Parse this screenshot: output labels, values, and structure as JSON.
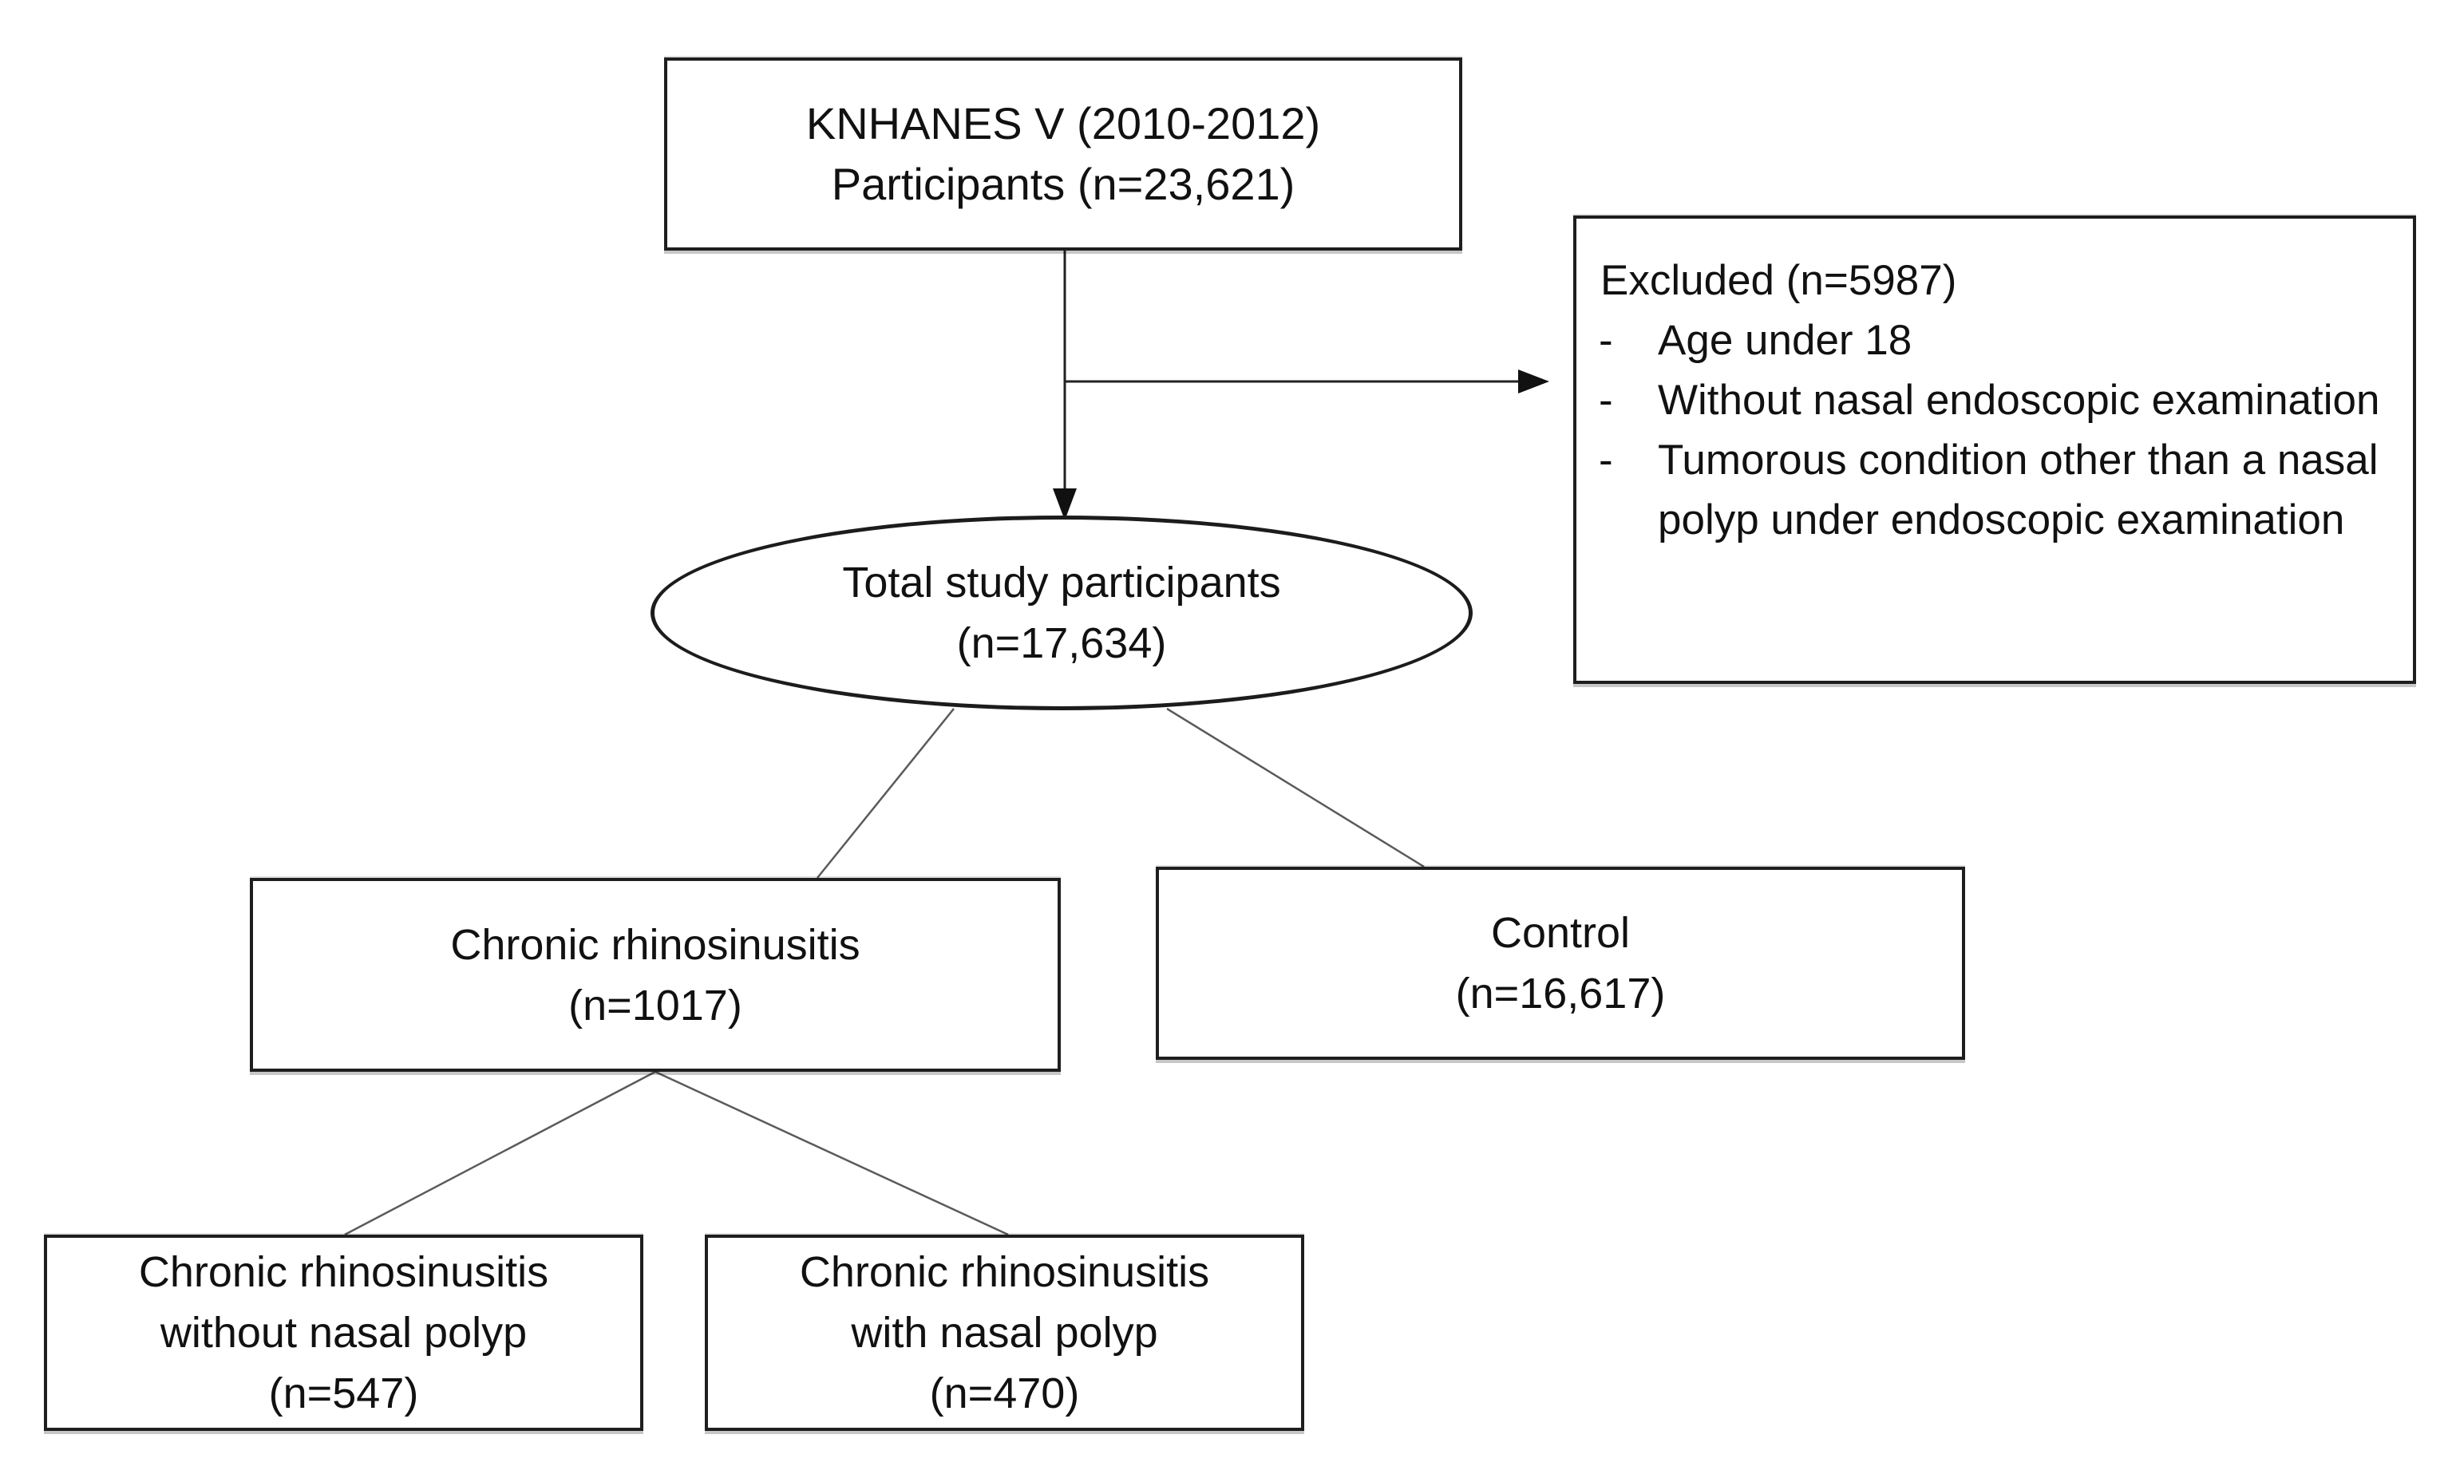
{
  "flowchart": {
    "source": {
      "lines": [
        "KNHANES V (2010-2012)",
        "Participants (n=23,621)"
      ]
    },
    "excluded": {
      "title": "Excluded (n=5987)",
      "bullet": "-",
      "items": [
        "Age under 18",
        "Without nasal endoscopic examination",
        "Tumorous condition other than a nasal polyp under endoscopic examination"
      ]
    },
    "total": {
      "lines": [
        "Total study participants",
        "(n=17,634)"
      ]
    },
    "crs": {
      "lines": [
        "Chronic rhinosinusitis",
        "(n=1017)"
      ]
    },
    "control": {
      "lines": [
        "Control",
        "(n=16,617)"
      ]
    },
    "crs_without": {
      "lines": [
        "Chronic rhinosinusitis",
        "without nasal polyp",
        "(n=547)"
      ]
    },
    "crs_with": {
      "lines": [
        "Chronic rhinosinusitis",
        "with nasal polyp",
        "(n=470)"
      ]
    }
  },
  "colors": {
    "background": "#ffffff",
    "box_border": "#1e1e1e",
    "text": "#111111",
    "arrow": "#222222",
    "connector": "#5a5a5a"
  }
}
